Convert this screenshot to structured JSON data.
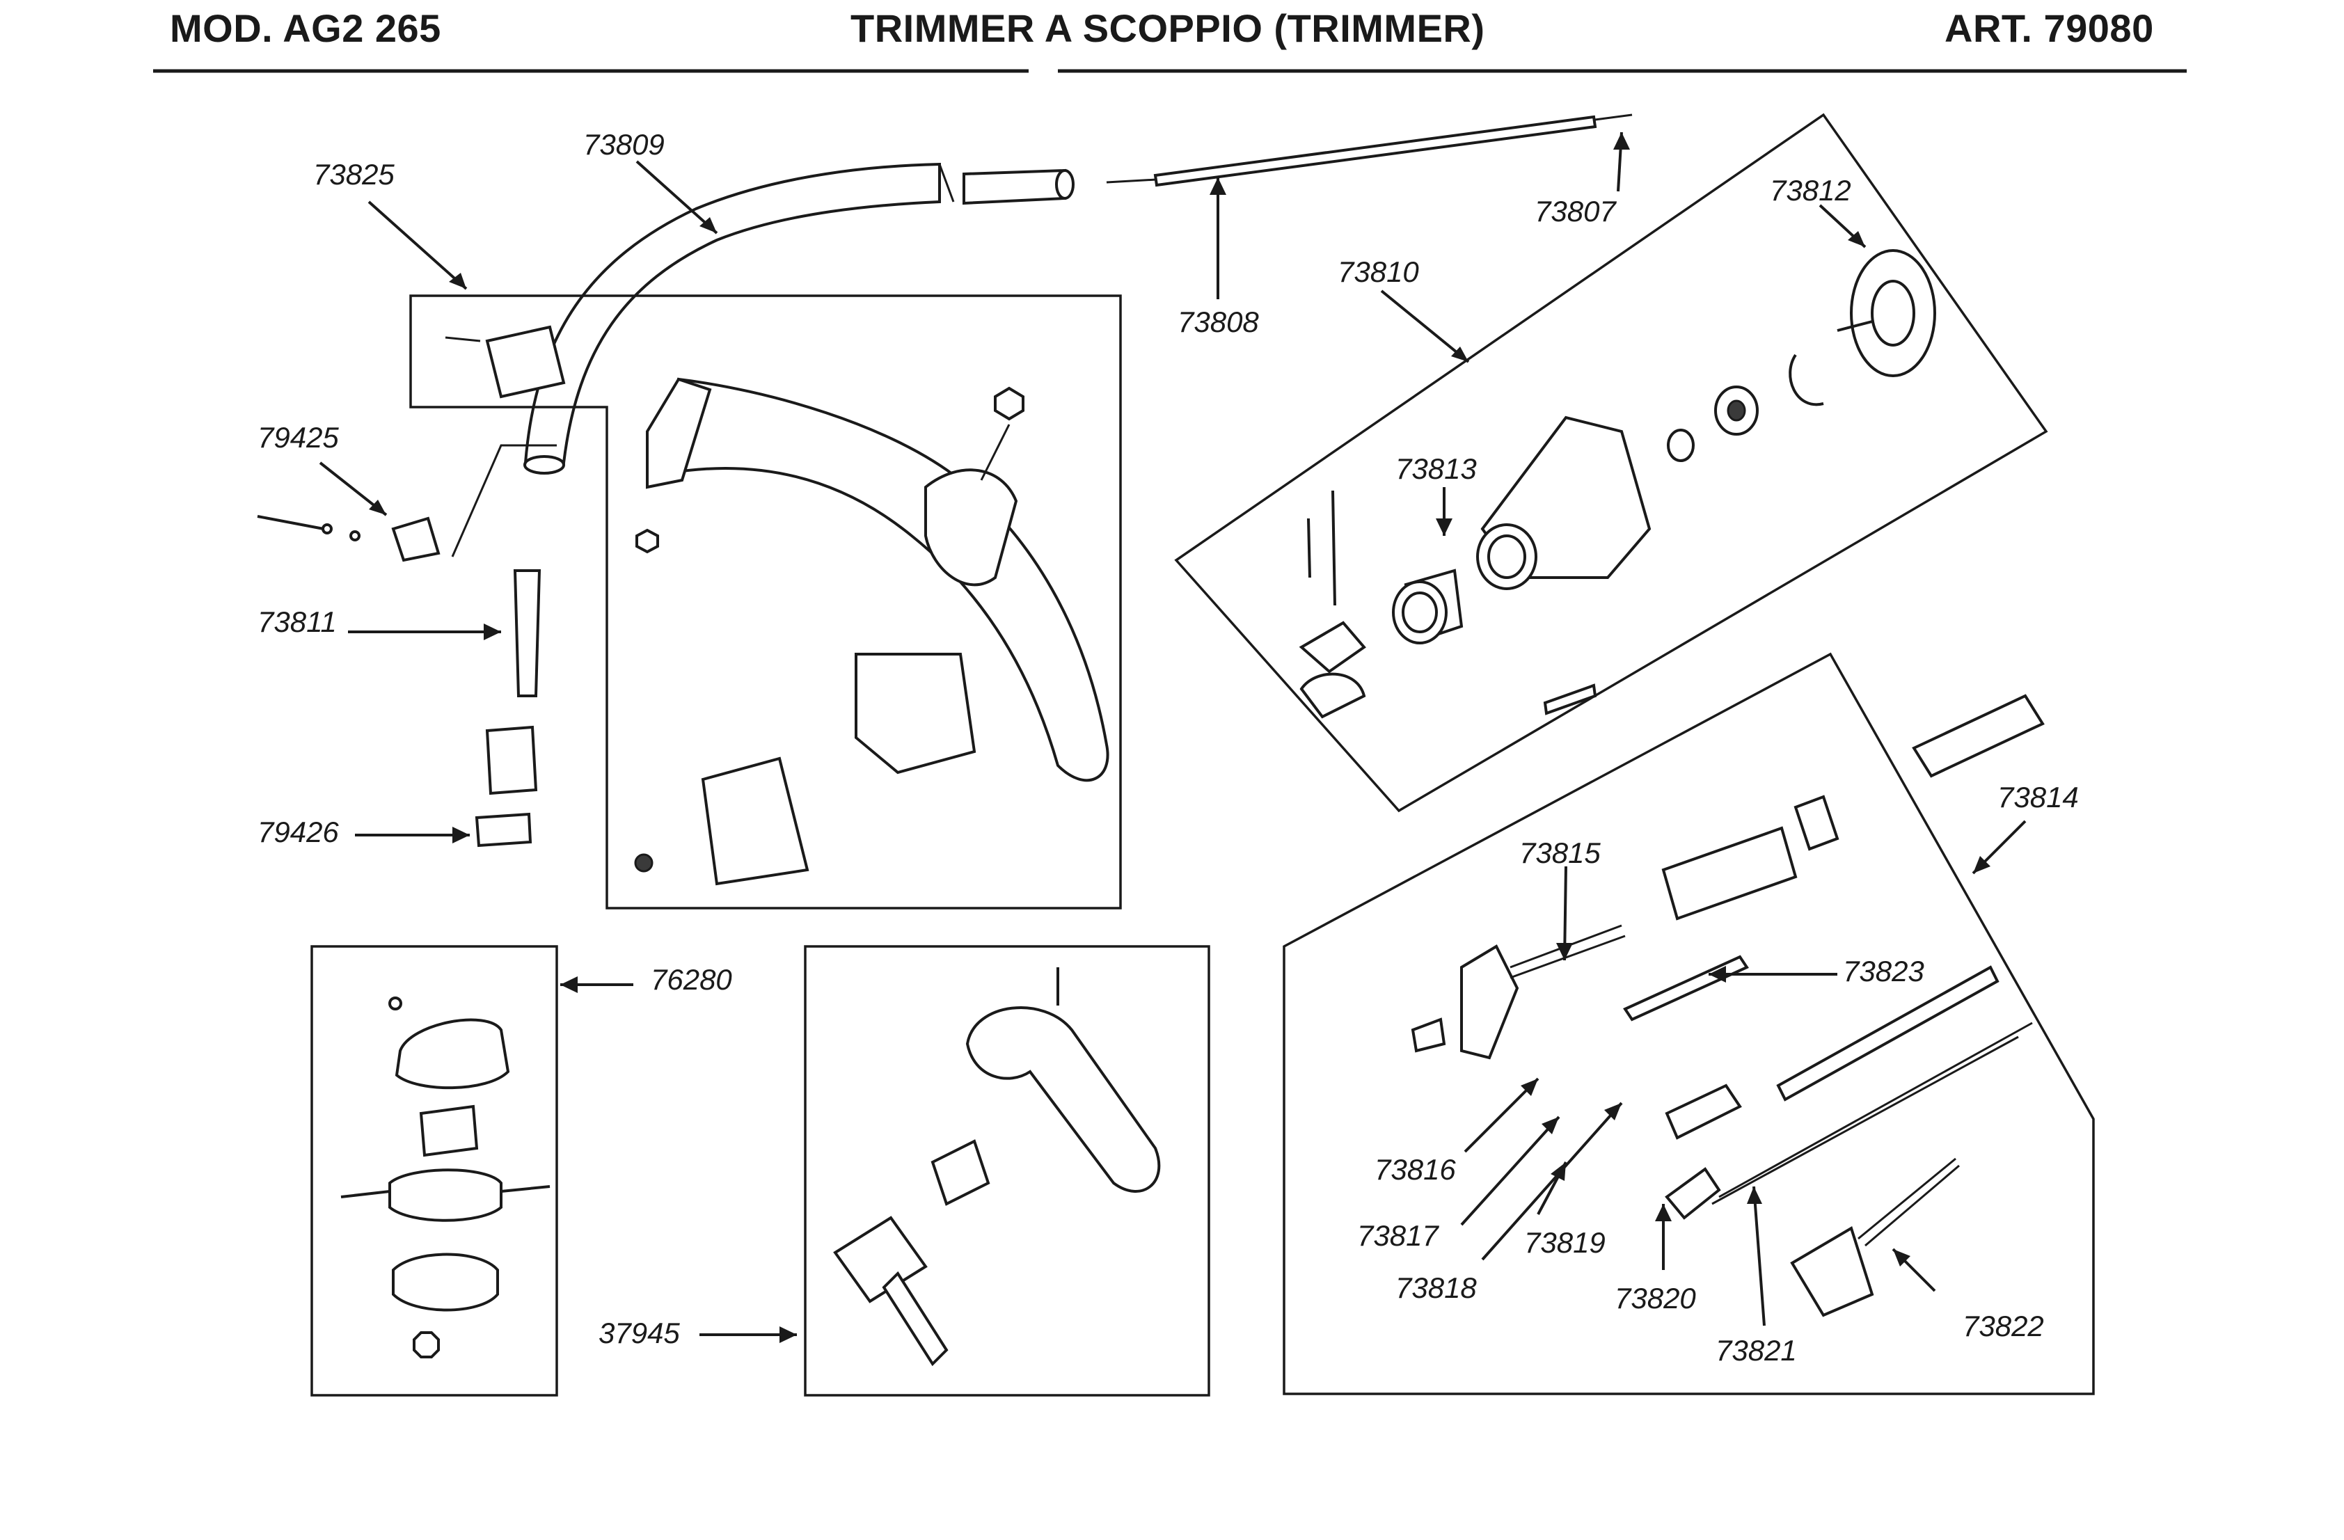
{
  "header": {
    "model": "MOD. AG2 265",
    "title": "TRIMMER A SCOPPIO (TRIMMER)",
    "article": "ART. 79080"
  },
  "parts": [
    {
      "id": "73825",
      "number": "73825"
    },
    {
      "id": "73809",
      "number": "73809"
    },
    {
      "id": "73807",
      "number": "73807"
    },
    {
      "id": "73808",
      "number": "73808"
    },
    {
      "id": "73812",
      "number": "73812"
    },
    {
      "id": "73810",
      "number": "73810"
    },
    {
      "id": "73813",
      "number": "73813"
    },
    {
      "id": "79425",
      "number": "79425"
    },
    {
      "id": "73811",
      "number": "73811"
    },
    {
      "id": "79426",
      "number": "79426"
    },
    {
      "id": "73814",
      "number": "73814"
    },
    {
      "id": "73815",
      "number": "73815"
    },
    {
      "id": "73823",
      "number": "73823"
    },
    {
      "id": "76280",
      "number": "76280"
    },
    {
      "id": "73816",
      "number": "73816"
    },
    {
      "id": "73817",
      "number": "73817"
    },
    {
      "id": "73818",
      "number": "73818"
    },
    {
      "id": "73819",
      "number": "73819"
    },
    {
      "id": "73820",
      "number": "73820"
    },
    {
      "id": "73821",
      "number": "73821"
    },
    {
      "id": "73822",
      "number": "73822"
    },
    {
      "id": "37945",
      "number": "37945"
    }
  ]
}
